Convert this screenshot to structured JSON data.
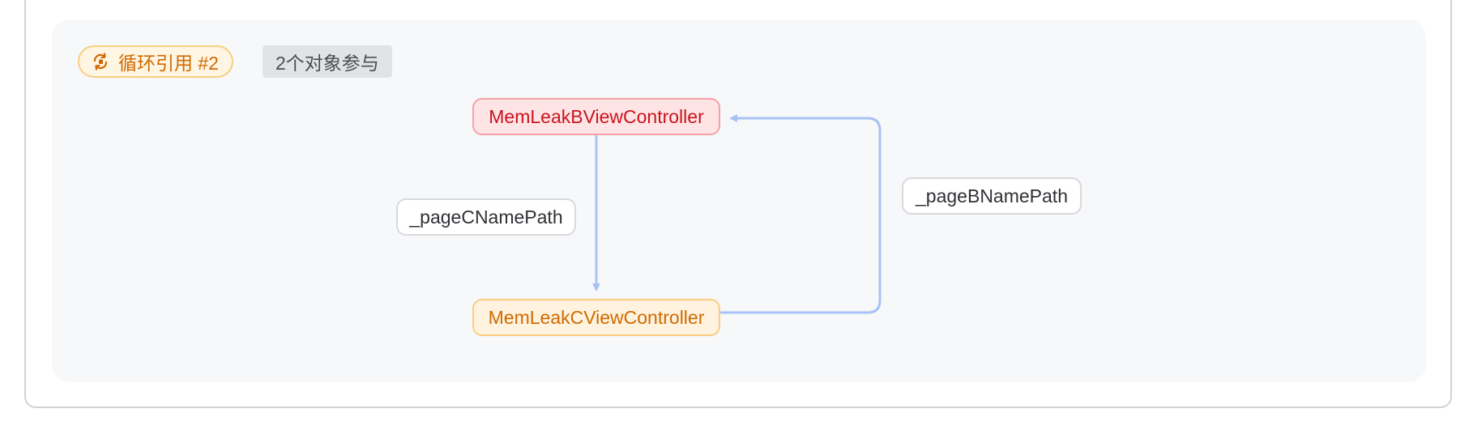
{
  "header": {
    "cycle_badge": "循环引用 #2",
    "object_count": "2个对象参与"
  },
  "nodes": {
    "b": "MemLeakBViewController",
    "c": "MemLeakCViewController"
  },
  "edges": {
    "b_to_c": "_pageCNamePath",
    "c_to_b": "_pageBNamePath"
  },
  "icons": {
    "badge_icon": "cycle-icon"
  },
  "colors": {
    "edge": "#a8c2f6",
    "badge_text": "#cf6a00",
    "node_b_text": "#c8141d",
    "node_c_text": "#cf6a00"
  }
}
